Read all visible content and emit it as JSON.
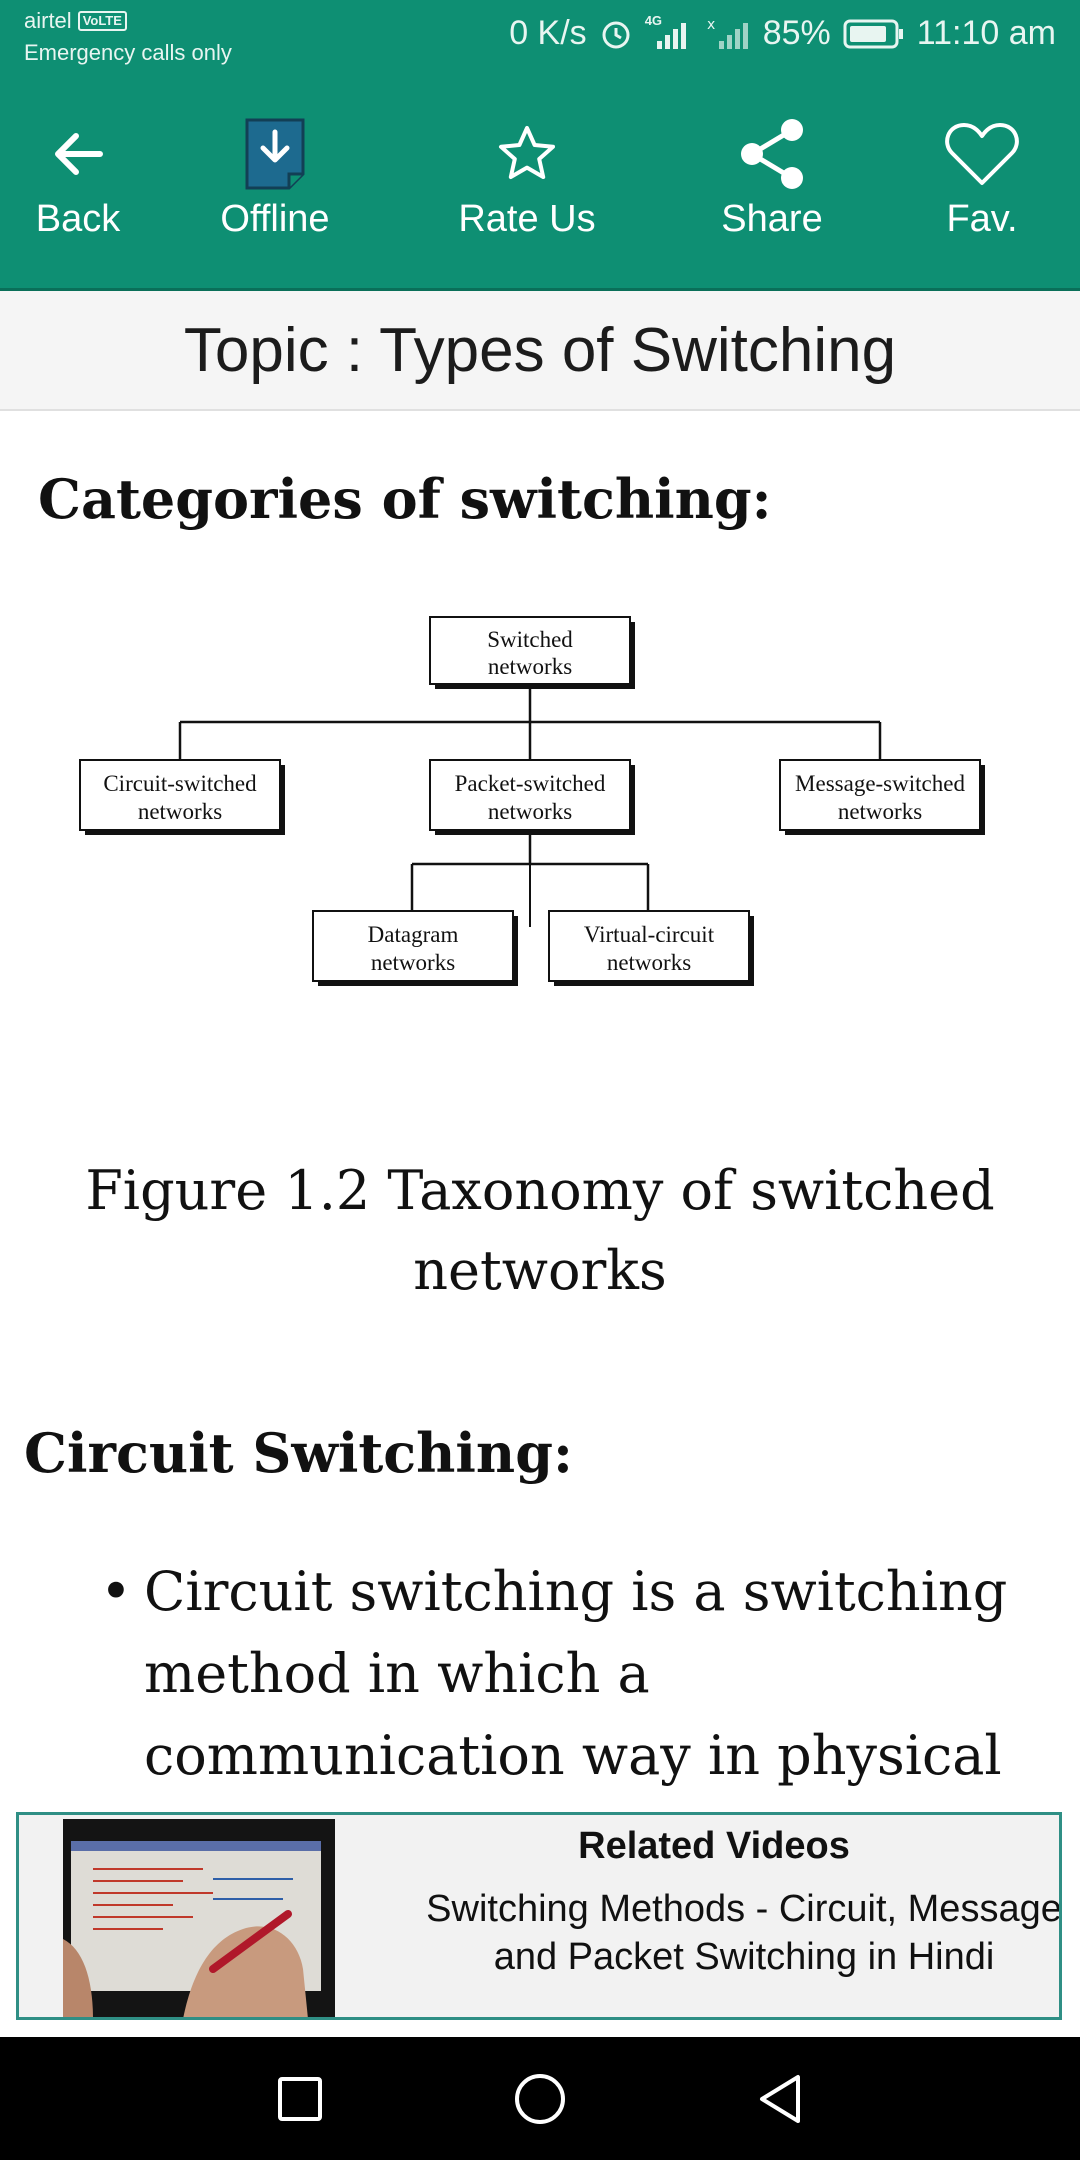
{
  "status_bar": {
    "carrier": "airtel",
    "volte": "VoLTE",
    "emergency": "Emergency calls only",
    "speed": "0 K/s",
    "network": "4G",
    "battery": "85%",
    "time": "11:10 am"
  },
  "toolbar": {
    "back_label": "Back",
    "offline_label": "Offline",
    "rate_label": "Rate Us",
    "share_label": "Share",
    "fav_label": "Fav."
  },
  "topic": {
    "title": "Topic : Types of Switching"
  },
  "content": {
    "categories_heading": "Categories of switching:",
    "diagram": {
      "root_line1": "Switched",
      "root_line2": "networks",
      "circuit_line1": "Circuit-switched",
      "circuit_line2": "networks",
      "packet_line1": "Packet-switched",
      "packet_line2": "networks",
      "message_line1": "Message-switched",
      "message_line2": "networks",
      "datagram_line1": "Datagram",
      "datagram_line2": "networks",
      "virtual_line1": "Virtual-circuit",
      "virtual_line2": "networks"
    },
    "figure_caption": "Figure 1.2 Taxonomy of switched networks",
    "circuit_heading": "Circuit Switching:",
    "bullet_1": "Circuit switching is a switching method in which a communication way in physical form between two"
  },
  "related": {
    "title": "Related Videos",
    "description": "Switching Methods - Circuit, Message and Packet Switching in Hindi"
  },
  "colors": {
    "accent": "#0e8f73",
    "card_border": "#2f8f85"
  }
}
